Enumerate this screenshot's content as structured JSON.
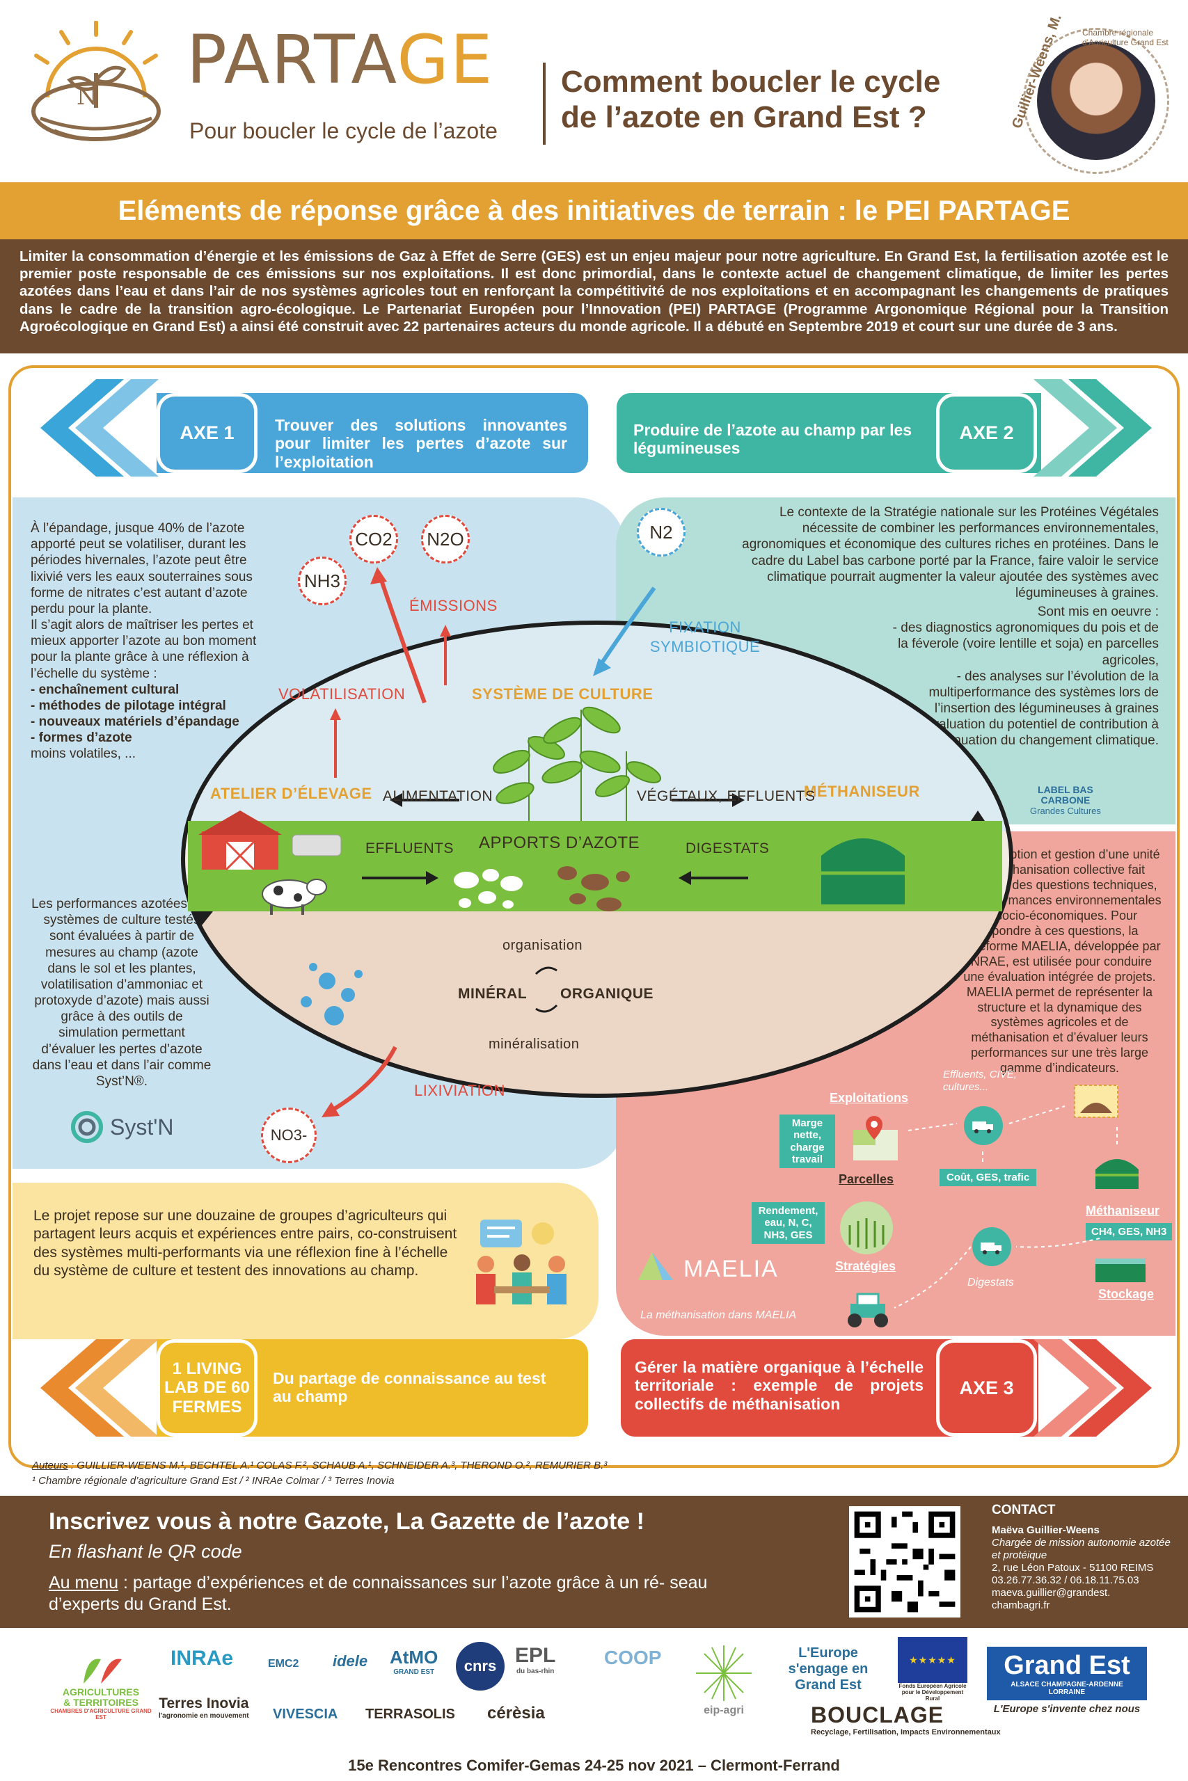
{
  "header": {
    "brand": "PARTAGE",
    "brand_tagline": "Pour boucler le cycle de l’azote",
    "question_line1": "Comment boucler le cycle",
    "question_line2": "de l’azote en Grand Est ?",
    "author_badge": "Guillier-Weens, M.",
    "author_affiliation": "Chambre régionale d'Agriculture Grand Est"
  },
  "banner": {
    "title": "Eléments de réponse grâce à des initiatives de terrain : le PEI PARTAGE"
  },
  "intro": "Limiter la consommation d’énergie et les émissions de Gaz à Effet de Serre (GES) est un enjeu majeur pour notre agriculture. En Grand Est, la fertilisation azotée est le premier poste responsable de ces émissions sur nos exploitations. Il est donc primordial, dans le contexte actuel de changement climatique, de limiter les pertes azotées dans l’eau et dans l’air de nos systèmes agricoles tout en renforçant la compétitivité de nos exploitations et en accompagnant les changements de pratiques dans le cadre de la transition agro-écologique. Le Partenariat Européen pour l’Innovation (PEI) PARTAGE (Programme Argonomique Régional pour la Transition Agroécologique en Grand Est) a ainsi été construit avec 22 partenaires acteurs du monde agricole. Il a débuté en Septembre 2019 et court sur une durée de 3 ans.",
  "axes": {
    "axe1_label": "AXE 1",
    "axe1_text": "Trouver des solutions innovantes pour limiter les pertes d’azote sur l’exploitation",
    "axe2_label": "AXE 2",
    "axe2_text": "Produire de l’azote au champ par les légumineuses",
    "axe3_label": "AXE 3",
    "axe3_text": "Gérer la matière organique à l’échelle territoriale : exemple de projets collectifs de méthanisation",
    "living_lab": "1 LIVING LAB DE 60 FERMES",
    "living_lab_text": "Du partage de connaissance au test au champ"
  },
  "left_panel": {
    "p1": "À l’épandage, jusque 40% de l’azote apporté peut se volatiliser, durant les périodes hivernales, l’azote peut être lixivié vers les eaux souterraines sous forme de nitrates c’est autant d’azote perdu pour la plante.",
    "p2": "Il s’agit alors de maîtriser les pertes et mieux apporter l’azote au bon moment pour la plante grâce à une réflexion à l’échelle du système :",
    "list": [
      "- enchaînement cultural",
      "- méthodes de pilotage intégral",
      "- nouveaux matériels d’épandage",
      "- formes d’azote"
    ],
    "list_tail": "moins volatiles, ...",
    "p3": "Les performances azotées des systèmes de culture testés sont évaluées à partir de mesures au champ (azote dans le sol et les plantes, volatilisation d’ammoniac et protoxyde d’azote) mais aussi grâce à des outils de simulation permettant d’évaluer les pertes d’azote dans l’eau et dans l’air comme Syst’N®.",
    "systn_logo": "Syst'N"
  },
  "right_panel": {
    "p1": "Le contexte de la Stratégie nationale sur les Protéines Végétales nécessite de combiner les performances environnementales, agronomiques et économique des cultures riches en protéines. Dans le cadre du Label bas carbone porté par la France, faire valoir le service climatique pourrait augmenter la valeur ajoutée des systèmes avec légumineuses à graines.",
    "p2_head": "Sont mis en oeuvre :",
    "p2_items": [
      "- des diagnostics agronomiques du pois et de la féverole (voire lentille et soja) en parcelles agricoles,",
      "- des analyses sur l’évolution de la multiperformance des systèmes lors de l’insertion des légumineuses à graines",
      "- l’évaluation du potentiel de contribution à l’atténuation du changement climatique."
    ],
    "label_logo_line1": "LABEL BAS",
    "label_logo_line2": "CARBONE",
    "label_logo_line3": "Grandes Cultures",
    "p3": "La conception et gestion d’une unité de méthanisation collective fait émerger des questions techniques, de performances environnementales et socio-économiques. Pour répondre à ces questions, la plateforme MAELIA, développée par INRAE, est utilisée pour conduire une évaluation intégrée de projets. MAELIA permet de représenter la structure et la dynamique des systèmes agricoles et de méthanisation et d’évaluer leurs performances sur une très large gamme d’indicateurs."
  },
  "diagram": {
    "co2": "CO2",
    "n2o": "N2O",
    "nh3": "NH3",
    "n2": "N2",
    "no3": "NO3-",
    "emissions": "ÉMISSIONS",
    "volatilisation": "VOLATILISATION",
    "fixation": "FIXATION SYMBIOTIQUE",
    "systeme": "SYSTÈME DE CULTURE",
    "atelier": "ATELIER D’ÉLEVAGE",
    "methaniseur": "MÉTHANISEUR",
    "alimentation": "ALIMENTATION",
    "vegetaux": "VÉGÉTAUX, EFFLUENTS",
    "effluents": "EFFLUENTS",
    "apports": "APPORTS D’AZOTE",
    "digestats": "DIGESTATS",
    "organisation": "organisation",
    "mineral": "MINÉRAL",
    "organique": "ORGANIQUE",
    "mineralisation": "minéralisation",
    "lixiviation": "LIXIVIATION"
  },
  "maelia": {
    "effluents_cive": "Effluents, CIVE, cultures...",
    "exploitations": "Exploitations",
    "marge": "Marge nette, charge travail",
    "parcelles": "Parcelles",
    "cout": "Coût, GES, trafic",
    "methaniseur": "Méthaniseur",
    "emissions": "CH4, GES, NH3",
    "rendement": "Rendement, eau, N, C, NH3, GES",
    "strategies": "Stratégies",
    "digestats": "Digestats",
    "stockage": "Stockage",
    "logo": "MAELIA",
    "caption": "La méthanisation dans MAELIA"
  },
  "groups_box": "Le projet repose sur une douzaine de groupes d’agriculteurs qui partagent leurs acquis et expériences entre pairs, co-construisent des systèmes multi-performants via une réflexion fine à l’échelle du système de culture et testent des innovations au champ.",
  "authors": {
    "line1_label": "Auteurs",
    "line1": " : GUILLIER-WEENS M.¹, BECHTEL A.¹ COLAS F.², SCHAUB A.¹, SCHNEIDER A.³, THEROND O.², REMURIER B.³",
    "line2": "¹ Chambre régionale d’agriculture Grand Est / ² INRAe Colmar / ³ Terres Inovia"
  },
  "footer": {
    "title": "Inscrivez vous à notre Gazote, La Gazette de l’azote !",
    "subtitle": "En flashant le QR code",
    "menu_label": "Au menu",
    "menu_text": " : partage d’expériences et de connaissances sur l’azote grâce à un ré- seau d’experts du Grand Est.",
    "contact_title": "CONTACT",
    "contact_name": "Maëva Guillier-Weens",
    "contact_role": "Chargée de mission autonomie azotée et protéique",
    "contact_address": "2, rue Léon Patoux - 51100 REIMS",
    "contact_phone": "03.26.77.36.32 / 06.18.11.75.03",
    "contact_email": "maeva.guillier@grandest.",
    "contact_web": "chambagri.fr"
  },
  "logos": {
    "agri_line1": "AGRICULTURES",
    "agri_line2": "& TERRITOIRES",
    "agri_line3": "CHAMBRES D'AGRICULTURE GRAND EST",
    "inrae": "INRAe",
    "emc2": "EMC2",
    "idele": "idele",
    "atmo": "AtMO",
    "atmo_sub": "GRAND EST",
    "cnrs": "cnrs",
    "epl": "EPL",
    "epl_sub": "du bas-rhin",
    "coop": "COOP",
    "terres": "Terres Inovia",
    "terres_sub": "l'agronomie en mouvement",
    "vivescia": "VIVESCIA",
    "terrasolis": "TERRASOLIS",
    "ceresia": "cérèsia",
    "eip": "eip-agri",
    "europe": "L'Europe s'engage en Grand Est",
    "feader": "Fonds Européen Agricole pour le Développement Rural",
    "bouclage": "BOUCLAGE",
    "bouclage_sub": "Recyclage, Fertilisation, Impacts Environnementaux",
    "grandest": "Grand Est",
    "grandest_sub": "ALSACE CHAMPAGNE-ARDENNE LORRAINE",
    "grandest_motto": "L'Europe s'invente chez nous"
  },
  "bottom_line": "15e Rencontres Comifer-Gemas 24-25 nov 2021 – Clermont-Ferrand"
}
